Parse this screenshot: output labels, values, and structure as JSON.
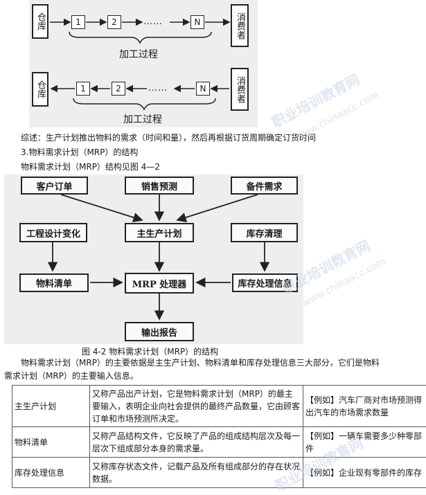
{
  "flow1": {
    "start": "仓库",
    "steps": [
      "1",
      "2",
      "N"
    ],
    "dots": "……",
    "end": "消费者",
    "label": "加工过程"
  },
  "flow2": {
    "start": "仓库",
    "steps": [
      "1",
      "2",
      "N"
    ],
    "dots": "……",
    "end": "消费者",
    "label": "加工过程"
  },
  "text": {
    "summary": "综述：生产计划推出物料的需求（时间和量），然后再根据订货周期确定订货时间",
    "heading": "3.物料需求计划（MRP）的结构",
    "ref": "物料需求计划（MRP）结构见图 4—2"
  },
  "mrp_diagram": {
    "customer_orders": "客户订单",
    "sales_forecast": "销售预测",
    "spare_parts": "备件需求",
    "engineering_change": "工程设计变化",
    "master_schedule": "主生产计划",
    "inventory_clearing": "库存清理",
    "bom": "物料清单",
    "mrp_processor": "MRP 处理器",
    "inventory_info": "库存处理信息",
    "output_report": "输出报告",
    "caption": "图 4-2 物料需求计划（MRP）的结构"
  },
  "paragraph": {
    "line1": "物料需求计划（MRP）的主要依据是主生产计划、物料清单和库存处理信息三大部分，它们是物料",
    "line2": "需求计划（MRP）的主要输入信息。"
  },
  "table": [
    {
      "name": "主生产计划",
      "desc": "又称产品出产计划，它是物料需求计划（MRP）的最主要输入，表明企业向社会提供的最终产品数量，它由顾客订单和市场预测所决定。",
      "example": "【例如】汽车厂商对市场预测得出汽车的市场需求数量"
    },
    {
      "name": "物料清单",
      "desc": "又称产品结构文件，它反映了产品的组成结构层次及每一层次下组成部分本身的需求量。",
      "example": "【例如】一辆车需要多少种零部件"
    },
    {
      "name": "库存处理信息",
      "desc": "又称库存状态文件，记载产品及所有组成部分的存在状况数据。",
      "example": "【例如】企业现有零部件的库存"
    }
  ],
  "watermark": {
    "cn": "职业培训教育网",
    "en": "www.chinaacc.com"
  }
}
